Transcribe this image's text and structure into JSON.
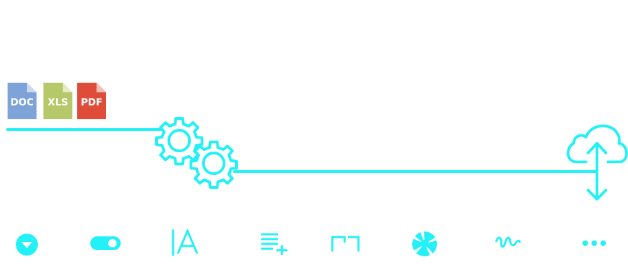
{
  "files": [
    {
      "label": "DOC",
      "color": "#7da3d9",
      "fold_color": "#c9d9f0"
    },
    {
      "label": "XLS",
      "color": "#b5c96a",
      "fold_color": "#e3ebc4"
    },
    {
      "label": "PDF",
      "color": "#e04c3a",
      "fold_color": "#f3bdb6"
    }
  ],
  "line_color": "#22f1f7",
  "flow": {
    "source_icons": "document-icons",
    "processing_icon": "gears-icon",
    "destination_icon": "cloud-upload-download-icon"
  },
  "toolbar": {
    "icons": [
      "dropdown-circle-icon",
      "toggle-switch-icon",
      "text-cursor-icon",
      "list-add-icon",
      "step-line-icon",
      "camera-aperture-icon",
      "scribble-icon",
      "more-dots-icon"
    ]
  }
}
